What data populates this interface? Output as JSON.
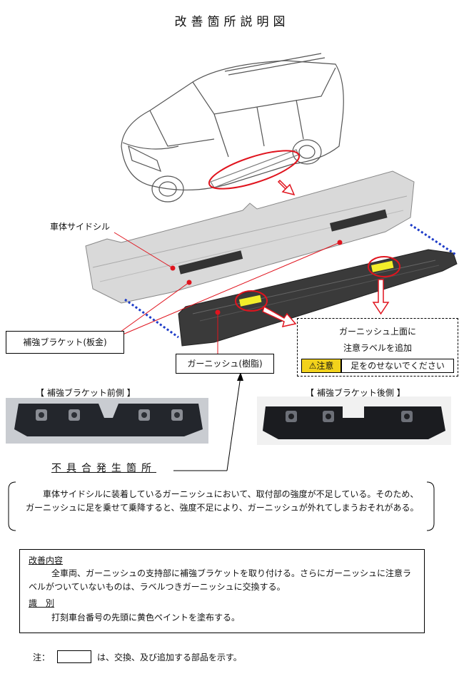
{
  "title": "改善箇所説明図",
  "labels": {
    "side_sill": "車体サイドシル",
    "bracket_sheet_metal": "補強ブラケット(板金)",
    "garnish_resin": "ガーニッシュ(樹脂)",
    "garnish_note_line1": "ガーニッシュ上面に",
    "garnish_note_line2": "注意ラベルを追加",
    "caution_badge": "⚠注意",
    "caution_text": "足をのせないでください",
    "bracket_front_caption": "【 補強ブラケット前側 】",
    "bracket_rear_caption": "【 補強ブラケット後側 】",
    "defect_heading": "不具合発生箇所"
  },
  "defect_description": "車体サイドシルに装着しているガーニッシュにおいて、取付部の強度が不足している。そのため、ガーニッシュに足を乗せて乗降すると、強度不足により、ガーニッシュが外れてしまうおそれがある。",
  "improvement": {
    "heading": "改善内容",
    "body": "全車両、ガーニッシュの支持部に補強ブラケットを取り付ける。さらにガーニッシュに注意ラベルがついていないものは、ラベルつきガーニッシュに交換する。"
  },
  "identification": {
    "heading": "識　別",
    "body": "打刻車台番号の先頭に黄色ペイントを塗布する。"
  },
  "footnote": {
    "prefix": "注：",
    "suffix": "は、交換、及び追加する部品を示す。"
  },
  "colors": {
    "highlight_red": "#e0141e",
    "arrow_blue": "#1e3cc8",
    "caution_yellow": "#f2d21b",
    "label_yellow": "#f3ee2a"
  }
}
